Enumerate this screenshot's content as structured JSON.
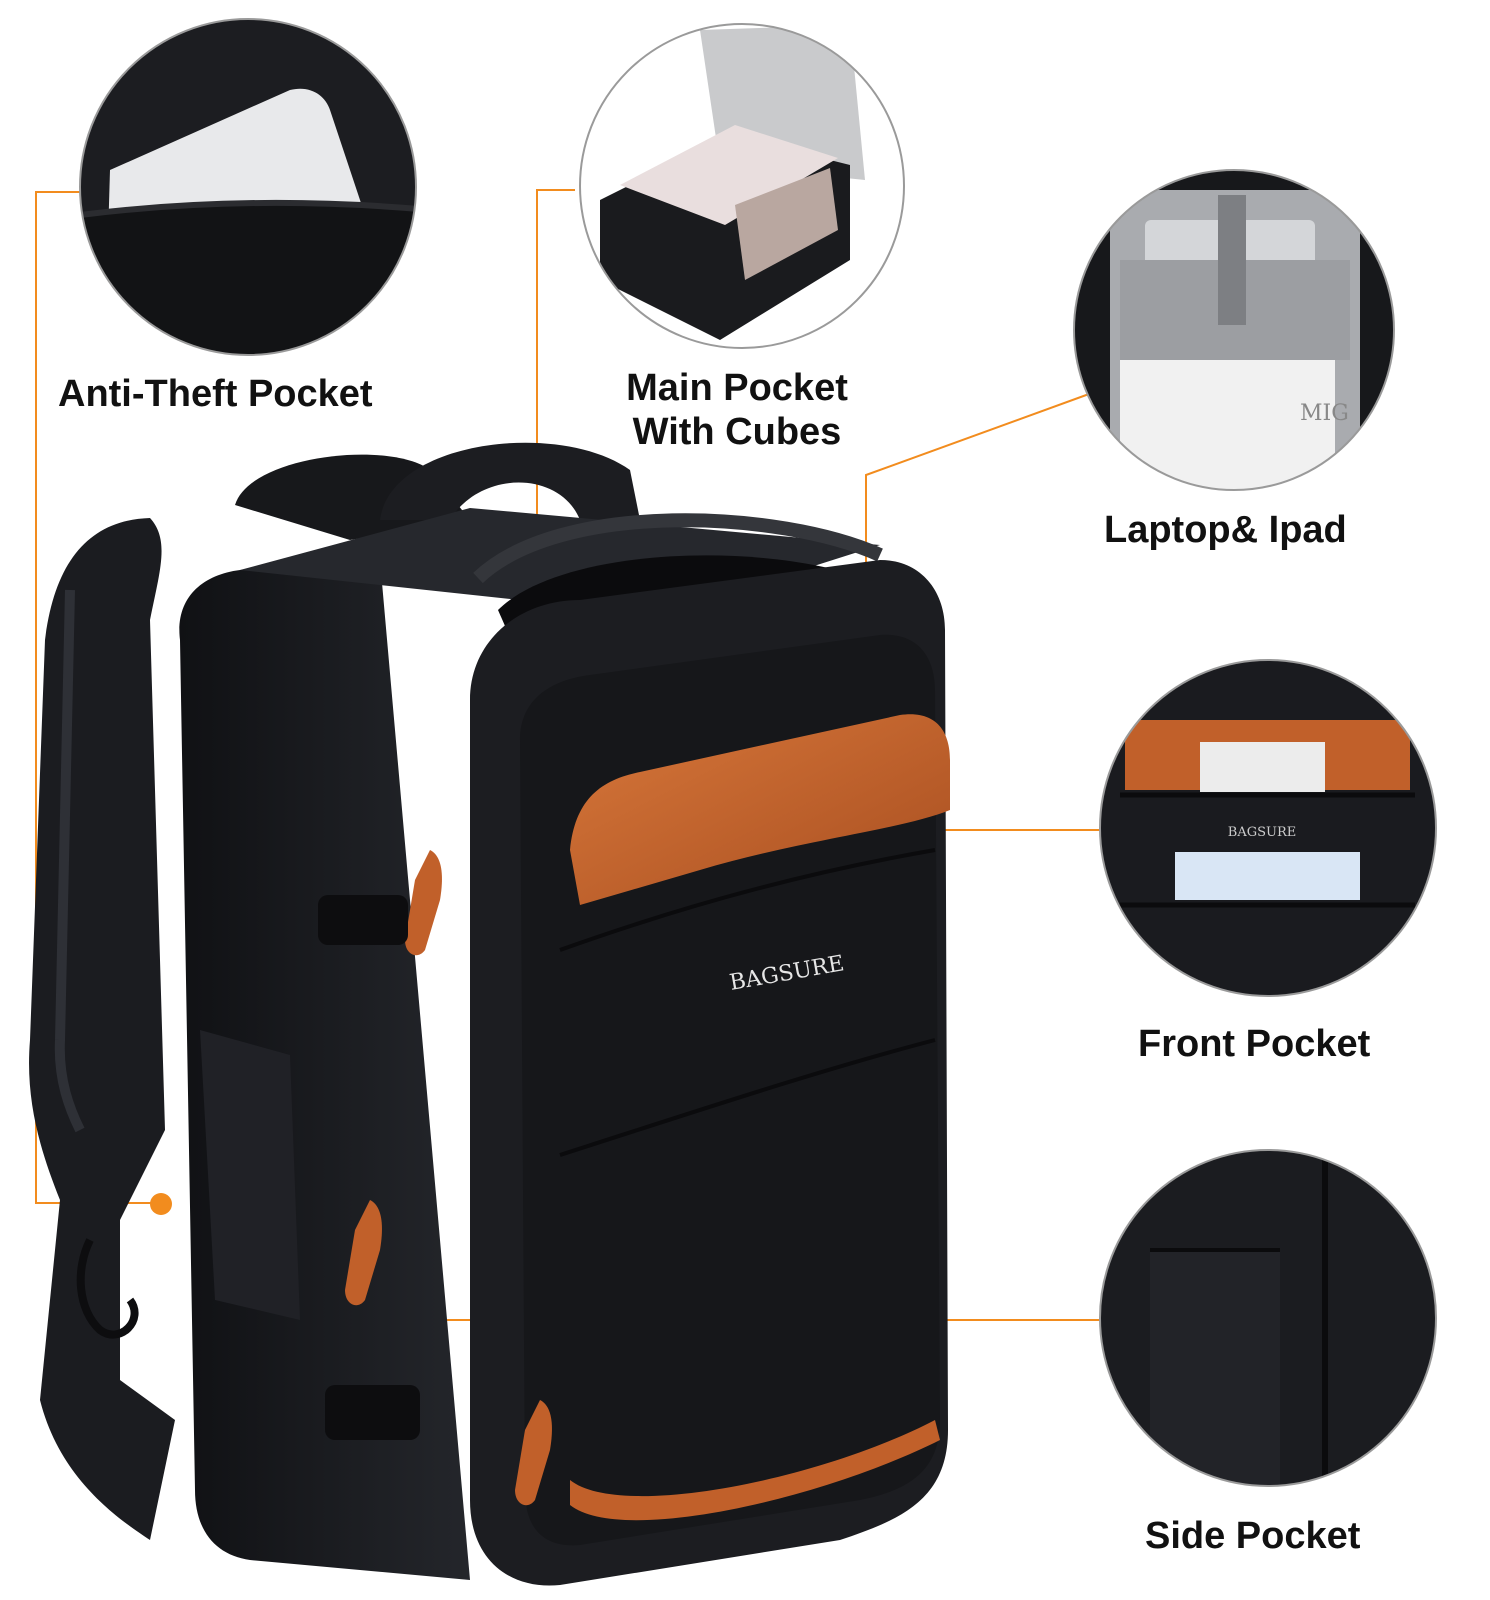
{
  "callouts": {
    "anti_theft": "Anti-Theft Pocket",
    "main_line1": "Main Pocket",
    "main_line2": "With Cubes",
    "laptop": "Laptop& Ipad",
    "front": "Front Pocket",
    "side": "Side Pocket"
  },
  "brand": {
    "bag_logo": "BAGSURE",
    "inset_logo": "BAGSURE",
    "book_text": "MIG"
  },
  "colors": {
    "accent": "#f28c1e",
    "bag": "#17181b",
    "leather": "#c1602a"
  }
}
